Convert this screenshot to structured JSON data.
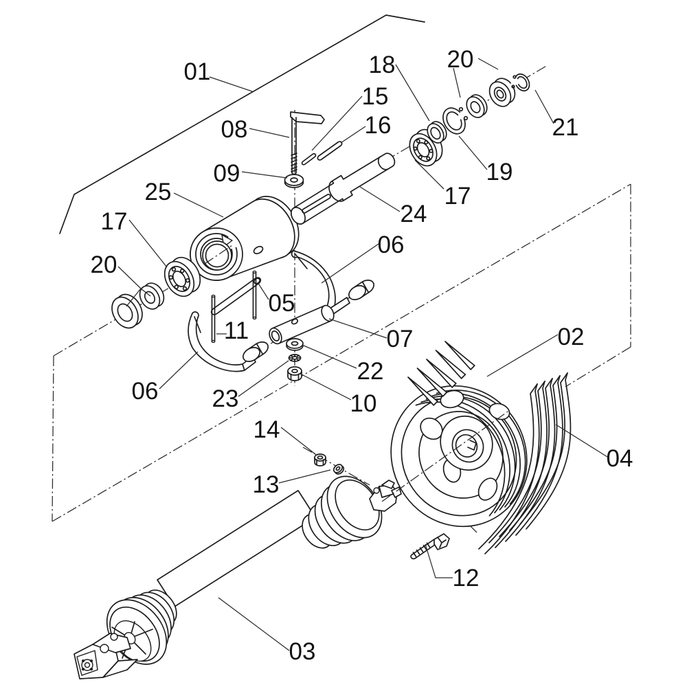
{
  "figure": {
    "kind": "exploded-parts-diagram",
    "background_color": "#ffffff",
    "line_color": "#1d1d1d"
  },
  "callouts": [
    "01",
    "02",
    "03",
    "04",
    "05",
    "06",
    "07",
    "08",
    "09",
    "10",
    "11",
    "12",
    "13",
    "14",
    "15",
    "16",
    "17",
    "18",
    "19",
    "20",
    "21",
    "22",
    "23",
    "24",
    "25"
  ]
}
